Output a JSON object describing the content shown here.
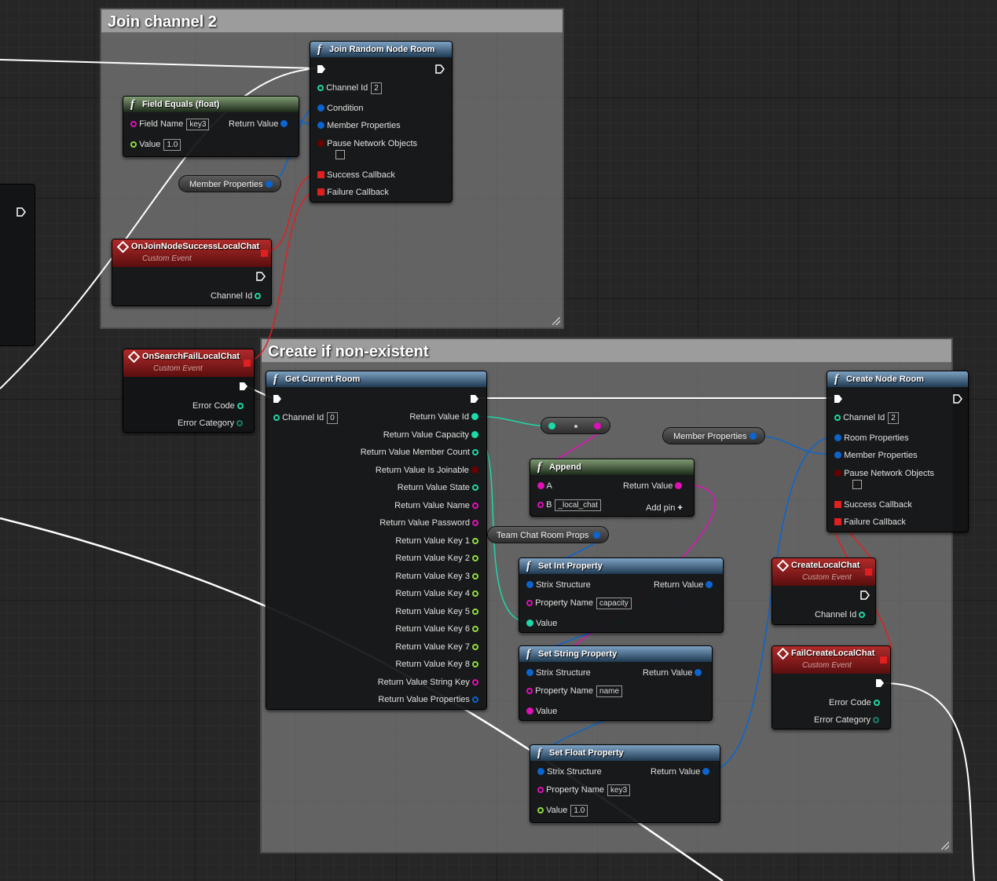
{
  "colors": {
    "exec": "#ffffff",
    "int": "#1dd8a8",
    "struct": "#0b64cf",
    "string": "#e010b8",
    "float": "#8fdc3e",
    "bool": "#8a0000",
    "delegate": "#e02020"
  },
  "comments": {
    "join": {
      "title": "Join channel 2"
    },
    "create": {
      "title": "Create if non-existent"
    }
  },
  "nodes": {
    "join_random": {
      "title": "Join Random Node Room",
      "pins": {
        "channel_id": "Channel Id",
        "channel_id_value": "2",
        "condition": "Condition",
        "member_properties": "Member Properties",
        "pause": "Pause Network Objects",
        "success": "Success Callback",
        "failure": "Failure Callback"
      }
    },
    "field_equals": {
      "title": "Field Equals (float)",
      "pins": {
        "field_name": "Field Name",
        "field_name_value": "key3",
        "value": "Value",
        "value_value": "1.0",
        "return_value": "Return Value"
      }
    },
    "member_props_1": {
      "label": "Member Properties"
    },
    "on_join_success": {
      "title": "OnJoinNodeSuccessLocalChat",
      "subtitle": "Custom Event",
      "pins": {
        "channel_id": "Channel Id"
      }
    },
    "on_search_fail": {
      "title": "OnSearchFailLocalChat",
      "subtitle": "Custom Event",
      "pins": {
        "error_code": "Error Code",
        "error_category": "Error Category"
      }
    },
    "get_current_room": {
      "title": "Get Current Room",
      "pins": {
        "channel_id": "Channel Id",
        "channel_id_value": "0",
        "outputs": [
          "Return Value Id",
          "Return Value Capacity",
          "Return Value Member Count",
          "Return Value Is Joinable",
          "Return Value State",
          "Return Value Name",
          "Return Value Password",
          "Return Value Key 1",
          "Return Value Key 2",
          "Return Value Key 3",
          "Return Value Key 4",
          "Return Value Key 5",
          "Return Value Key 6",
          "Return Value Key 7",
          "Return Value Key 8",
          "Return Value String Key",
          "Return Value Properties"
        ]
      }
    },
    "append": {
      "title": "Append",
      "pins": {
        "a": "A",
        "b": "B",
        "b_value": "_local_chat",
        "return_value": "Return Value",
        "add_pin": "Add pin"
      }
    },
    "member_props_2": {
      "label": "Member Properties"
    },
    "team_chat": {
      "label": "Team Chat Room Props"
    },
    "set_int": {
      "title": "Set Int Property",
      "pins": {
        "strix": "Strix Structure",
        "prop_name": "Property Name",
        "prop_value": "capacity",
        "value": "Value",
        "return_value": "Return Value"
      }
    },
    "set_string": {
      "title": "Set String Property",
      "pins": {
        "strix": "Strix Structure",
        "prop_name": "Property Name",
        "prop_value": "name",
        "value": "Value",
        "return_value": "Return Value"
      }
    },
    "set_float": {
      "title": "Set Float Property",
      "pins": {
        "strix": "Strix Structure",
        "prop_name": "Property Name",
        "prop_value": "key3",
        "value": "Value",
        "value_value": "1.0",
        "return_value": "Return Value"
      }
    },
    "create_node_room": {
      "title": "Create Node Room",
      "pins": {
        "channel_id": "Channel Id",
        "channel_id_value": "2",
        "room_properties": "Room Properties",
        "member_properties": "Member Properties",
        "pause": "Pause Network Objects",
        "success": "Success Callback",
        "failure": "Failure Callback"
      }
    },
    "create_local_chat": {
      "title": "CreateLocalChat",
      "subtitle": "Custom Event",
      "pins": {
        "channel_id": "Channel Id"
      }
    },
    "fail_create_local_chat": {
      "title": "FailCreateLocalChat",
      "subtitle": "Custom Event",
      "pins": {
        "error_code": "Error Code",
        "error_category": "Error Category"
      }
    }
  }
}
